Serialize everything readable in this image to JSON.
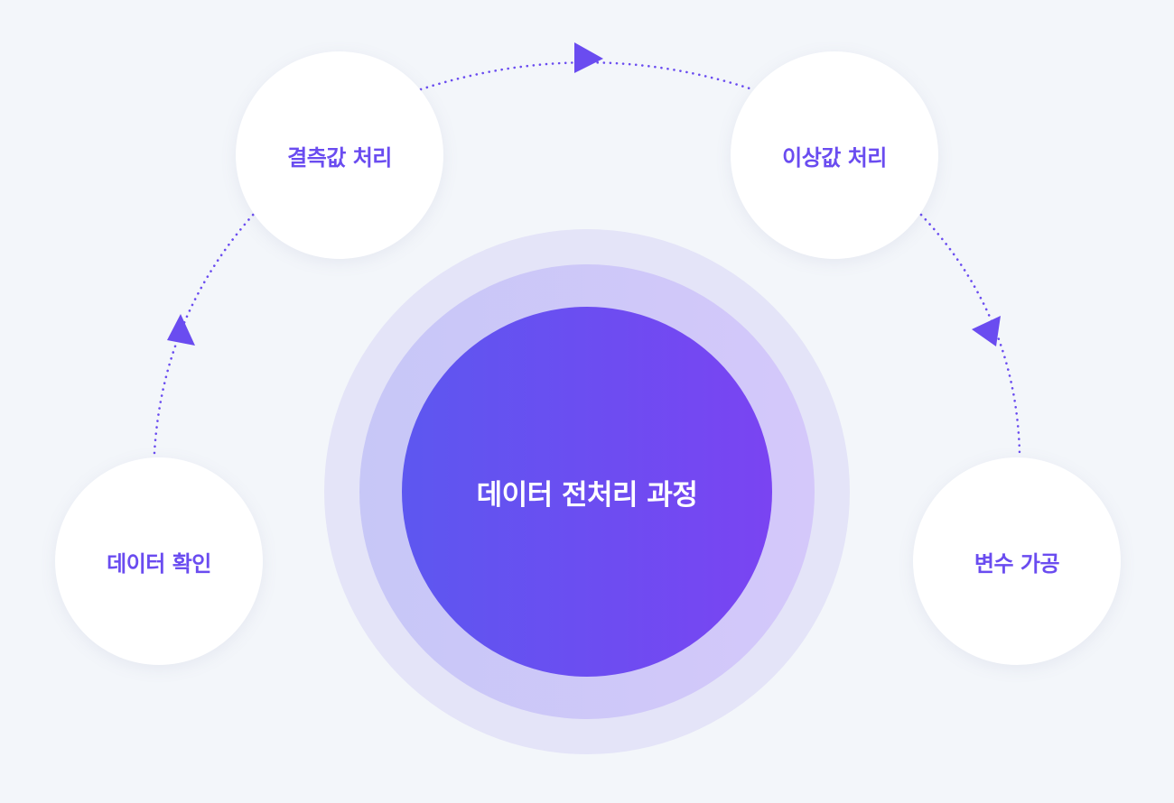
{
  "diagram": {
    "center": {
      "label": "데이터 전처리 과정"
    },
    "steps": [
      {
        "label": "데이터 확인"
      },
      {
        "label": "결측값 처리"
      },
      {
        "label": "이상값 처리"
      },
      {
        "label": "변수 가공"
      }
    ]
  },
  "colors": {
    "background": "#f3f6fa",
    "accent": "#6a4cf0",
    "core_gradient_start": "#5d57f0",
    "core_gradient_end": "#7a44f2",
    "ring_outer": "#e4e4f8",
    "ring_mid": "#cfc8f8",
    "connector": "#6a4cf0"
  }
}
